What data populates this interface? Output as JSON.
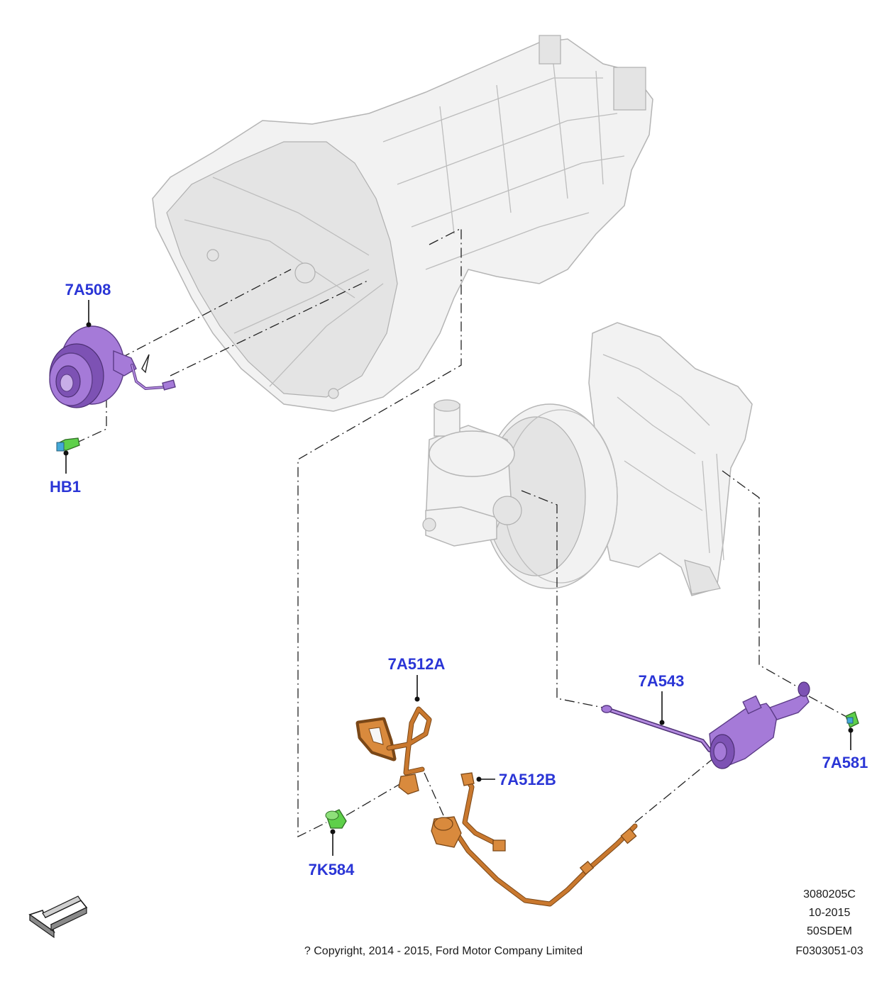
{
  "callouts": {
    "release_bearing": "7A508",
    "bolt": "HB1",
    "hose_a": "7A512A",
    "hose_b": "7A512B",
    "clip": "7K584",
    "rod": "7A543",
    "pin_clip": "7A581"
  },
  "footer": {
    "code": "3080205C",
    "date": "10-2015",
    "variant": "50SDEM",
    "figure_id": "F0303051-03",
    "copyright": "? Copyright, 2014 - 2015, Ford Motor Company Limited"
  },
  "colors": {
    "callout_text": "#2a35d6",
    "highlight_purple": "#a57ad8",
    "highlight_orange": "#d98a3d",
    "highlight_green": "#5ed04a",
    "ghost_grey": "#f2f2f2"
  },
  "icons": {
    "direction_arrow": "front-direction-arrow-icon"
  }
}
